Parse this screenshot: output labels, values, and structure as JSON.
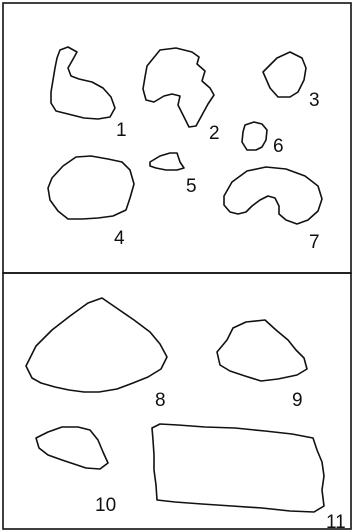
{
  "panels": [
    {
      "name": "top-panel",
      "labels": [
        "1",
        "2",
        "3",
        "4",
        "5",
        "6",
        "7"
      ]
    },
    {
      "name": "bottom-panel",
      "labels": [
        "8",
        "9",
        "10",
        "11"
      ]
    }
  ]
}
